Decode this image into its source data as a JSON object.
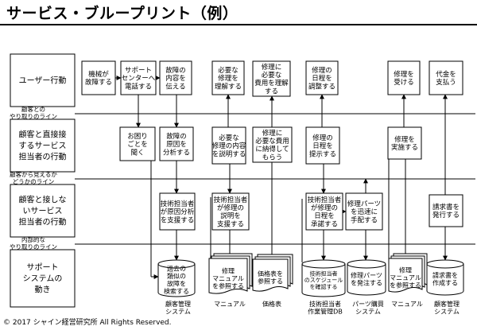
{
  "title": "サービス・ブループリント（例）",
  "copyright": "© 2017 シャイン経営研究所 All Rights Reserved.",
  "lanes": [
    {
      "id": "user",
      "label": [
        "ユーザー行動"
      ]
    },
    {
      "id": "front",
      "label": [
        "顧客と直接接",
        "するサービス",
        "担当者の行動"
      ]
    },
    {
      "id": "back",
      "label": [
        "顧客と接しな",
        "いサービス",
        "担当者の行動"
      ]
    },
    {
      "id": "support",
      "label": [
        "サポート",
        "システムの",
        "動き"
      ]
    }
  ],
  "divider_lines": [
    {
      "label": [
        "顧客との",
        "やり取りのライン"
      ]
    },
    {
      "label": [
        "顧客から見えるか",
        "どうかのライン"
      ]
    },
    {
      "label": [
        "内部的な",
        "やり取りのライン"
      ]
    }
  ],
  "steps": [
    {
      "id": "u1",
      "lines": [
        "機械が",
        "故障する"
      ]
    },
    {
      "id": "u2",
      "lines": [
        "サポート",
        "センターへ",
        "電話する"
      ]
    },
    {
      "id": "u3",
      "lines": [
        "故障の",
        "内容を",
        "伝える"
      ]
    },
    {
      "id": "u4",
      "lines": [
        "必要な",
        "修理を",
        "理解する"
      ]
    },
    {
      "id": "u5",
      "lines": [
        "修理に",
        "必要な",
        "費用を理解",
        "する"
      ]
    },
    {
      "id": "u6",
      "lines": [
        "修理の",
        "日程を",
        "調整する"
      ]
    },
    {
      "id": "u7",
      "lines": [
        "修理を",
        "受ける"
      ]
    },
    {
      "id": "u8",
      "lines": [
        "代金を",
        "支払う"
      ]
    },
    {
      "id": "f1",
      "lines": [
        "お困り",
        "ごとを",
        "聞く"
      ]
    },
    {
      "id": "f2",
      "lines": [
        "故障の",
        "原因を",
        "分析する"
      ]
    },
    {
      "id": "f3",
      "lines": [
        "必要な",
        "修理の内容",
        "を説明する"
      ]
    },
    {
      "id": "f4",
      "lines": [
        "修理に",
        "必要な費用",
        "に納得して",
        "もらう"
      ]
    },
    {
      "id": "f5",
      "lines": [
        "修理の",
        "日程を",
        "提示する"
      ]
    },
    {
      "id": "f6",
      "lines": [
        "修理を",
        "実施する"
      ]
    },
    {
      "id": "b1",
      "lines": [
        "技術担当者",
        "が原因分析",
        "を支援する"
      ]
    },
    {
      "id": "b2",
      "lines": [
        "技術担当者",
        "が修理の",
        "説明を",
        "支援する"
      ]
    },
    {
      "id": "b3",
      "lines": [
        "技術担当者",
        "が修理の",
        "日程を",
        "承諾する"
      ]
    },
    {
      "id": "b4",
      "lines": [
        "修理パーツ",
        "を迅速に",
        "手配する"
      ]
    },
    {
      "id": "b5",
      "lines": [
        "請求書を",
        "発行する"
      ]
    }
  ],
  "support_items": [
    {
      "id": "s1",
      "lines": [
        "過去の",
        "類似の",
        "故障を",
        "検索する"
      ],
      "caption": [
        "顧客管理",
        "システム"
      ]
    },
    {
      "id": "s2",
      "lines": [
        "修理",
        "マニュアル",
        "を参照する"
      ],
      "caption": [
        "マニュアル"
      ]
    },
    {
      "id": "s3",
      "lines": [
        "価格表を",
        "参照する"
      ],
      "caption": [
        "価格表"
      ]
    },
    {
      "id": "s4",
      "lines": [
        "技術担当者",
        "のスケジュール",
        "を確認する"
      ],
      "caption": [
        "技術担当者",
        "作業管理DB"
      ]
    },
    {
      "id": "s5",
      "lines": [
        "修理パーツ",
        "を発注する"
      ],
      "caption": [
        "パーツ購買",
        "システム"
      ]
    },
    {
      "id": "s6",
      "lines": [
        "修理",
        "マニュアル",
        "を参照する"
      ],
      "caption": [
        "マニュアル"
      ]
    },
    {
      "id": "s7",
      "lines": [
        "請求書を",
        "作成する"
      ],
      "caption": [
        "顧客管理",
        "システム"
      ]
    }
  ]
}
